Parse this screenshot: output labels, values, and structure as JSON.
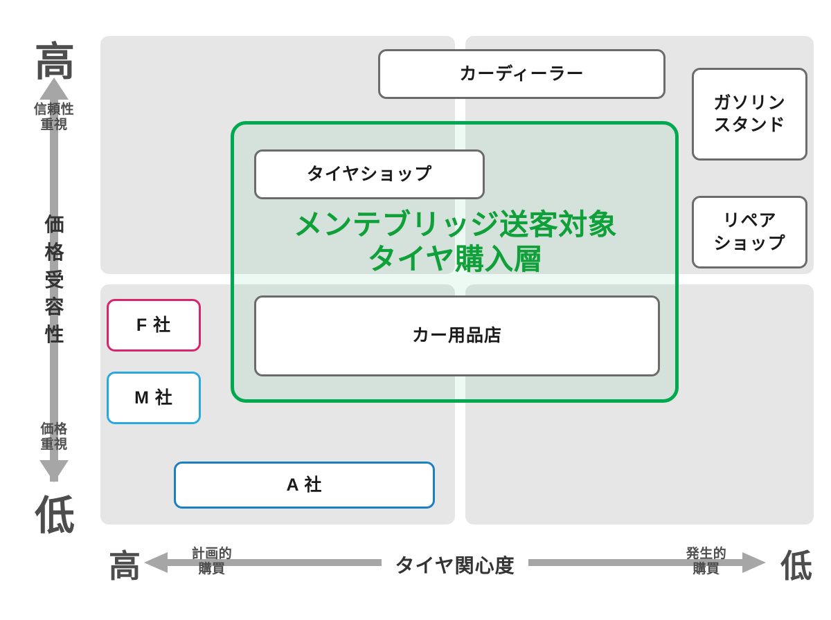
{
  "chart_data": {
    "type": "scatter",
    "title": "",
    "xlabel": "タイヤ関心度",
    "ylabel": "価格受容性",
    "x_axis": {
      "title": "タイヤ関心度",
      "left_end_label": "高",
      "right_end_label": "低",
      "left_caption_line1": "計画的",
      "left_caption_line2": "購買",
      "right_caption_line1": "発生的",
      "right_caption_line2": "購買"
    },
    "y_axis": {
      "title_line1": "価",
      "title_line2": "格",
      "title_line3": "受",
      "title_line4": "容",
      "title_line5": "性",
      "top_end_label": "高",
      "bottom_end_label": "低",
      "top_caption_line1": "信頼性",
      "top_caption_line2": "重視",
      "bottom_caption_line1": "価格",
      "bottom_caption_line2": "重視"
    },
    "quadrants": [
      {
        "name": "top-left",
        "fill": "#e6e6e6"
      },
      {
        "name": "top-right",
        "fill": "#e6e6e6"
      },
      {
        "name": "bottom-left",
        "fill": "#e6e6e6"
      },
      {
        "name": "bottom-right",
        "fill": "#e6e6e6"
      }
    ],
    "items": [
      {
        "label": "カーディーラー",
        "border": "#6b6b6b",
        "quadrant": "top, center-right, high price acceptance / mid interest"
      },
      {
        "label": "ガソリンスタンド",
        "border": "#6b6b6b",
        "quadrant": "top-right, low tire interest"
      },
      {
        "label": "リペアショップ",
        "border": "#6b6b6b",
        "quadrant": "top-right, low tire interest"
      },
      {
        "label": "タイヤショップ",
        "border": "#6b6b6b",
        "quadrant": "top-left, high tire interest"
      },
      {
        "label": "カー用品店",
        "border": "#6b6b6b",
        "quadrant": "mid, spans high to low interest"
      },
      {
        "label": "F社",
        "border": "#d8246b",
        "quadrant": "bottom-left, high tire interest"
      },
      {
        "label": "M社",
        "border": "#29a8e0",
        "quadrant": "bottom-left, high tire interest"
      },
      {
        "label": "A社",
        "border": "#1b7fc4",
        "quadrant": "bottom-left, price focused"
      }
    ],
    "highlight_region": {
      "label_line1": "メンテブリッジ送客対象",
      "label_line2": "タイヤ購入層",
      "border_color": "#00a84f",
      "text_color": "#10a03a"
    },
    "legend": [],
    "grid": false
  },
  "boxes": {
    "dealer": "カーディーラー",
    "gas_station_line1": "ガソリン",
    "gas_station_line2": "スタンド",
    "repair_shop_line1": "リペア",
    "repair_shop_line2": "ショップ",
    "tire_shop": "タイヤショップ",
    "car_parts_store": "カー用品店",
    "company_f": "F 社",
    "company_m": "M 社",
    "company_a": "A 社"
  },
  "highlight": {
    "line1": "メンテブリッジ送客対象",
    "line2": "タイヤ購入層"
  },
  "y_axis": {
    "top": "高",
    "bottom": "低",
    "caption_top_1": "信頼性",
    "caption_top_2": "重視",
    "caption_bottom_1": "価格",
    "caption_bottom_2": "重視",
    "title_1": "価",
    "title_2": "格",
    "title_3": "受",
    "title_4": "容",
    "title_5": "性"
  },
  "x_axis": {
    "left": "高",
    "right": "低",
    "caption_left_1": "計画的",
    "caption_left_2": "購買",
    "caption_right_1": "発生的",
    "caption_right_2": "購買",
    "title": "タイヤ関心度"
  },
  "colors": {
    "green": "#00a84f",
    "green_text": "#10a03a",
    "pink": "#d8246b",
    "light_blue": "#29a8e0",
    "blue": "#1b7fc4",
    "grey_box_border": "#6b6b6b",
    "quadrant_fill": "#e6e6e6",
    "axis_grey": "#a6a6a6"
  }
}
